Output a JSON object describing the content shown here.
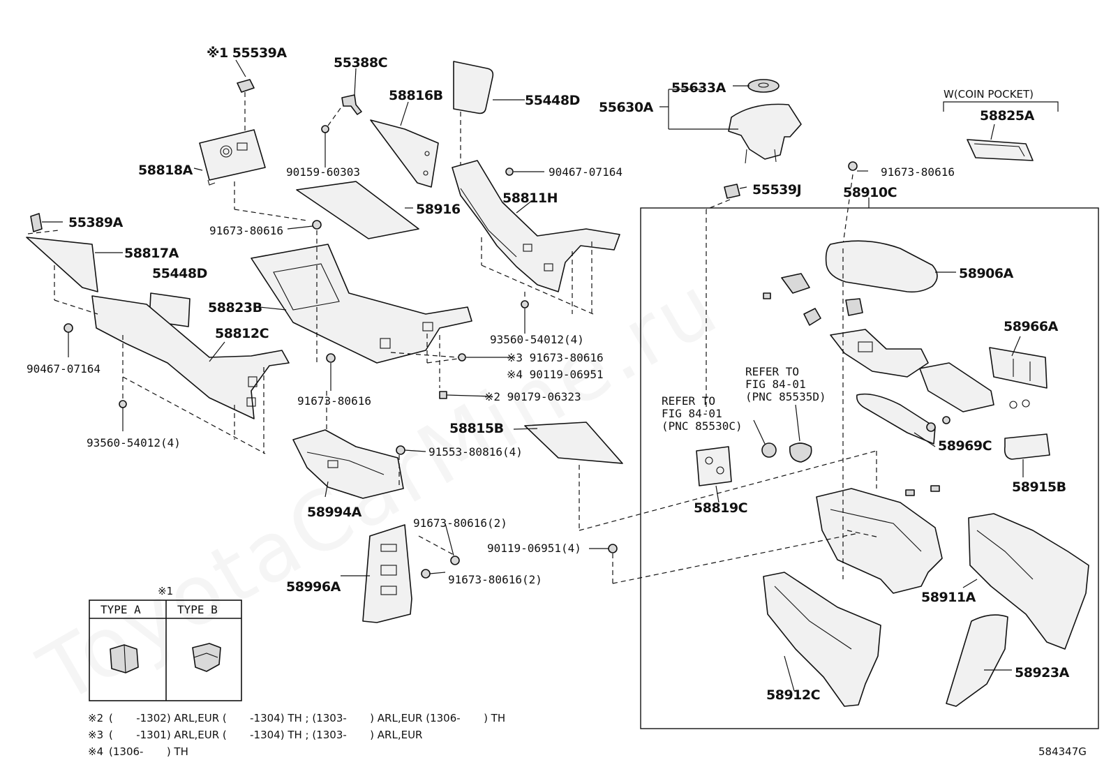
{
  "watermark": "ToyotaCarMine.ru",
  "diagram_id": "584347G",
  "part_labels": [
    {
      "id": "p55539A_mark",
      "text": "※1 55539A"
    },
    {
      "id": "p55388C",
      "text": "55388C"
    },
    {
      "id": "p58816B",
      "text": "58816B"
    },
    {
      "id": "p55448D_top",
      "text": "55448D"
    },
    {
      "id": "p55633A",
      "text": "55633A"
    },
    {
      "id": "p55630A",
      "text": "55630A"
    },
    {
      "id": "pCoin",
      "text": "W(COIN POCKET)"
    },
    {
      "id": "p58825A",
      "text": "58825A"
    },
    {
      "id": "p58818A",
      "text": "58818A"
    },
    {
      "id": "p90159",
      "text": "90159-60303"
    },
    {
      "id": "p90467_top",
      "text": "90467-07164"
    },
    {
      "id": "p91673_tr",
      "text": "91673-80616"
    },
    {
      "id": "p58811H",
      "text": "58811H"
    },
    {
      "id": "p55539J",
      "text": "55539J"
    },
    {
      "id": "p58910C",
      "text": "58910C"
    },
    {
      "id": "p58916",
      "text": "58916"
    },
    {
      "id": "p55389A",
      "text": "55389A"
    },
    {
      "id": "p91673_mid",
      "text": "91673-80616"
    },
    {
      "id": "p58817A",
      "text": "58817A"
    },
    {
      "id": "p55448D_mid",
      "text": "55448D"
    },
    {
      "id": "p58906A",
      "text": "58906A"
    },
    {
      "id": "p58823B",
      "text": "58823B"
    },
    {
      "id": "p58812C",
      "text": "58812C"
    },
    {
      "id": "p93560_r",
      "text": "93560-54012(4)"
    },
    {
      "id": "p58966A",
      "text": "58966A"
    },
    {
      "id": "p90467_left",
      "text": "90467-07164"
    },
    {
      "id": "p91673_x3",
      "text": "※3 91673-80616"
    },
    {
      "id": "p90119_x4",
      "text": "※4 90119-06951"
    },
    {
      "id": "p91673_low",
      "text": "91673-80616"
    },
    {
      "id": "p90179_x2",
      "text": "※2 90179-06323"
    },
    {
      "id": "p93560_l",
      "text": "93560-54012(4)"
    },
    {
      "id": "p58815B",
      "text": "58815B"
    },
    {
      "id": "p91553",
      "text": "91553-80816(4)"
    },
    {
      "id": "p58969C",
      "text": "58969C"
    },
    {
      "id": "p58915B",
      "text": "58915B"
    },
    {
      "id": "p58819C",
      "text": "58819C"
    },
    {
      "id": "p58994A",
      "text": "58994A"
    },
    {
      "id": "p91673_2a",
      "text": "91673-80616(2)"
    },
    {
      "id": "p90119_4",
      "text": "90119-06951(4)"
    },
    {
      "id": "p58996A",
      "text": "58996A"
    },
    {
      "id": "p91673_2b",
      "text": "91673-80616(2)"
    },
    {
      "id": "p58911A",
      "text": "58911A"
    },
    {
      "id": "p58923A",
      "text": "58923A"
    },
    {
      "id": "p58912C",
      "text": "58912C"
    }
  ],
  "refer_notes": [
    {
      "id": "ref1",
      "lines": [
        "REFER TO",
        "FIG 84-01",
        "(PNC 85535D)"
      ]
    },
    {
      "id": "ref2",
      "lines": [
        "REFER TO",
        "FIG 84-01",
        "(PNC 85530C)"
      ]
    }
  ],
  "type_table": {
    "mark": "※1",
    "col_a": "TYPE  A",
    "col_b": "TYPE  B"
  },
  "footnotes": [
    {
      "id": "n2",
      "mark": "※2",
      "text": "(       -1302) ARL,EUR (       -1304) TH ; (1303-       ) ARL,EUR (1306-       ) TH"
    },
    {
      "id": "n3",
      "mark": "※3",
      "text": "(       -1301) ARL,EUR (       -1304) TH ; (1303-       ) ARL,EUR"
    },
    {
      "id": "n4",
      "mark": "※4",
      "text": "(1306-       ) TH"
    }
  ]
}
